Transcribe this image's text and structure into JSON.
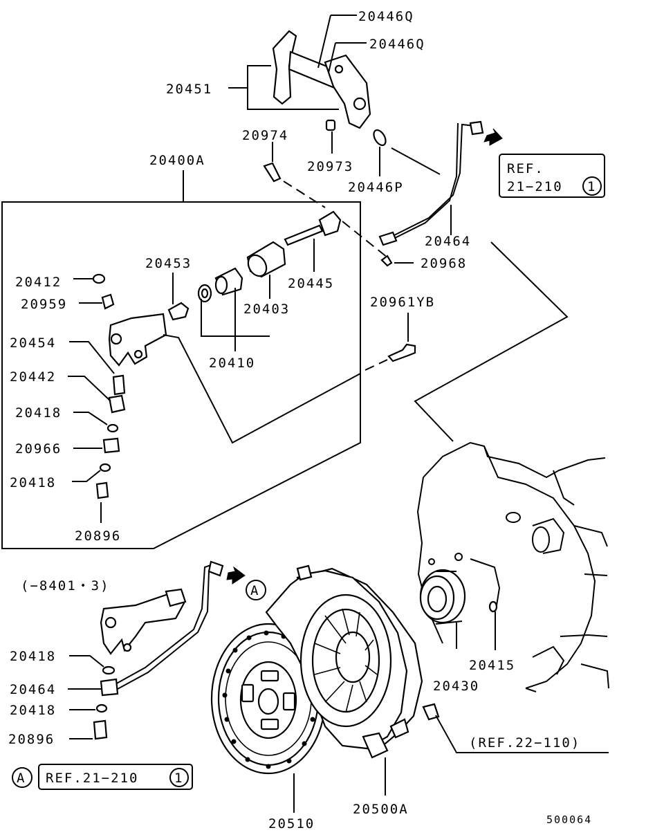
{
  "labels": {
    "p20446Q_a": "20446Q",
    "p20446Q_b": "20446Q",
    "p20451": "20451",
    "p20974": "20974",
    "p20973": "20973",
    "p20446P": "20446P",
    "p20400A": "20400A",
    "p20464_top": "20464",
    "p20968": "20968",
    "p20453": "20453",
    "p20445": "20445",
    "p20412": "20412",
    "p20959": "20959",
    "p20403": "20403",
    "p20961YB": "20961YB",
    "p20454": "20454",
    "p20410": "20410",
    "p20442": "20442",
    "p20418_a": "20418",
    "p20966": "20966",
    "p20418_b": "20418",
    "p20896_a": "20896",
    "range": "(−8401・3)",
    "p20418_c": "20418",
    "p20464_b": "20464",
    "p20418_d": "20418",
    "p20896_b": "20896",
    "p20415": "20415",
    "p20430": "20430",
    "ref22": "(REF.22−110)",
    "p20510": "20510",
    "p20500A": "20500A",
    "code": "500064"
  },
  "ref_top": {
    "line1": "REF.",
    "line2": "21−210",
    "circle": "1"
  },
  "ref_bottom": {
    "marker": "A",
    "text": "REF.21−210",
    "circle": "1"
  },
  "marker_a": "A"
}
